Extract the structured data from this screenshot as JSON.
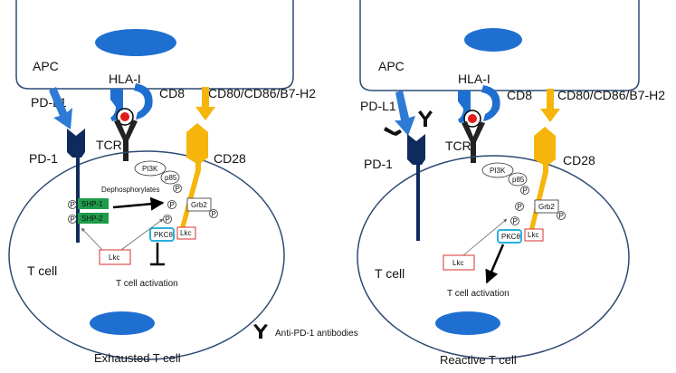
{
  "left_panel": {
    "apc_label": "APC",
    "pdl1_label": "PD-L1",
    "hla_label": "HLA-I",
    "cd8_label": "CD8",
    "costim_label": "CD80/CD86/B7-H2",
    "tcr_label": "TCR",
    "pd1_label": "PD-1",
    "cd28_label": "CD28",
    "pi3k_label": "PI3K",
    "p85_label": "p85",
    "phospho_label": "P",
    "grb2_label": "Grb2",
    "shp1_label": "SHP-1",
    "shp2_label": "SHP-2",
    "dephos_label": "Dephosphorylates",
    "lkc_label": "Lkc",
    "pkc_label": "PKCθ",
    "tcell_label": "T cell",
    "activation_label": "T cell activation",
    "caption": "Exhausted T cell"
  },
  "right_panel": {
    "apc_label": "APC",
    "pdl1_label": "PD-L1",
    "hla_label": "HLA-I",
    "cd8_label": "CD8",
    "costim_label": "CD80/CD86/B7-H2",
    "tcr_label": "TCR",
    "pd1_label": "PD-1",
    "cd28_label": "CD28",
    "pi3k_label": "PI3K",
    "p85_label": "p85",
    "phospho_label": "P",
    "grb2_label": "Grb2",
    "lkc_label": "Lkc",
    "pkc_label": "PKCθ",
    "tcell_label": "T cell",
    "activation_label": "T cell activation",
    "caption": "Reactive T cell"
  },
  "legend": {
    "antibody_label": "Anti-PD-1 antibodies"
  },
  "colors": {
    "nucleus": "#1f6fd1",
    "outline": "#2d4a73",
    "pdl1_arrow": "#2e7bd6",
    "pd1": "#0f2a5c",
    "cd28": "#f5b50a",
    "shp": "#1e9c4a",
    "mhc": "#1f6fd1",
    "peptide": "#e31b1b",
    "lkc_border": "#d9302a",
    "pkc_border": "#27b0e0"
  }
}
